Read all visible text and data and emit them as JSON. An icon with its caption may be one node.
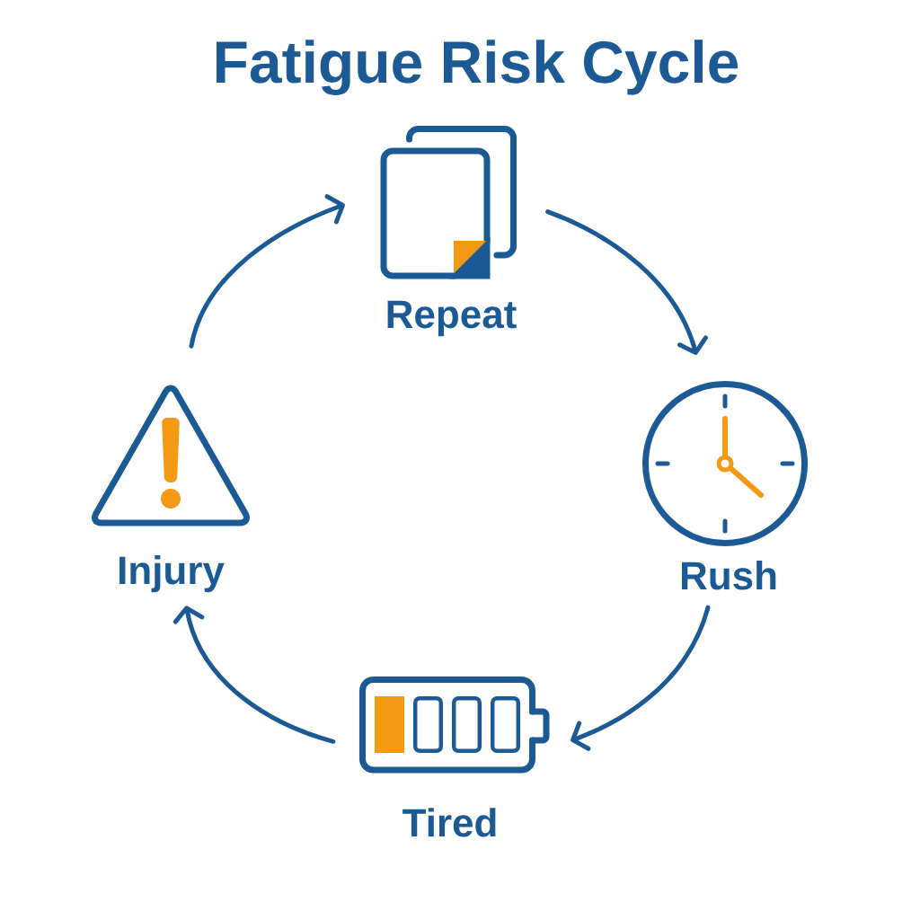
{
  "diagram": {
    "title": "Fatigue Risk Cycle",
    "nodes": [
      {
        "text": [
          "Repeat"
        ]
      },
      {
        "text": [
          "Rush"
        ]
      },
      {
        "text": [
          "Tired"
        ]
      },
      {
        "text": [
          "Injury"
        ]
      }
    ],
    "edges": [
      {
        "from": 0,
        "to": 1,
        "arrow": "to"
      },
      {
        "from": 1,
        "to": 2,
        "arrow": "to"
      },
      {
        "from": 2,
        "to": 3,
        "arrow": "to"
      },
      {
        "from": 3,
        "to": 0,
        "arrow": "to"
      }
    ]
  }
}
